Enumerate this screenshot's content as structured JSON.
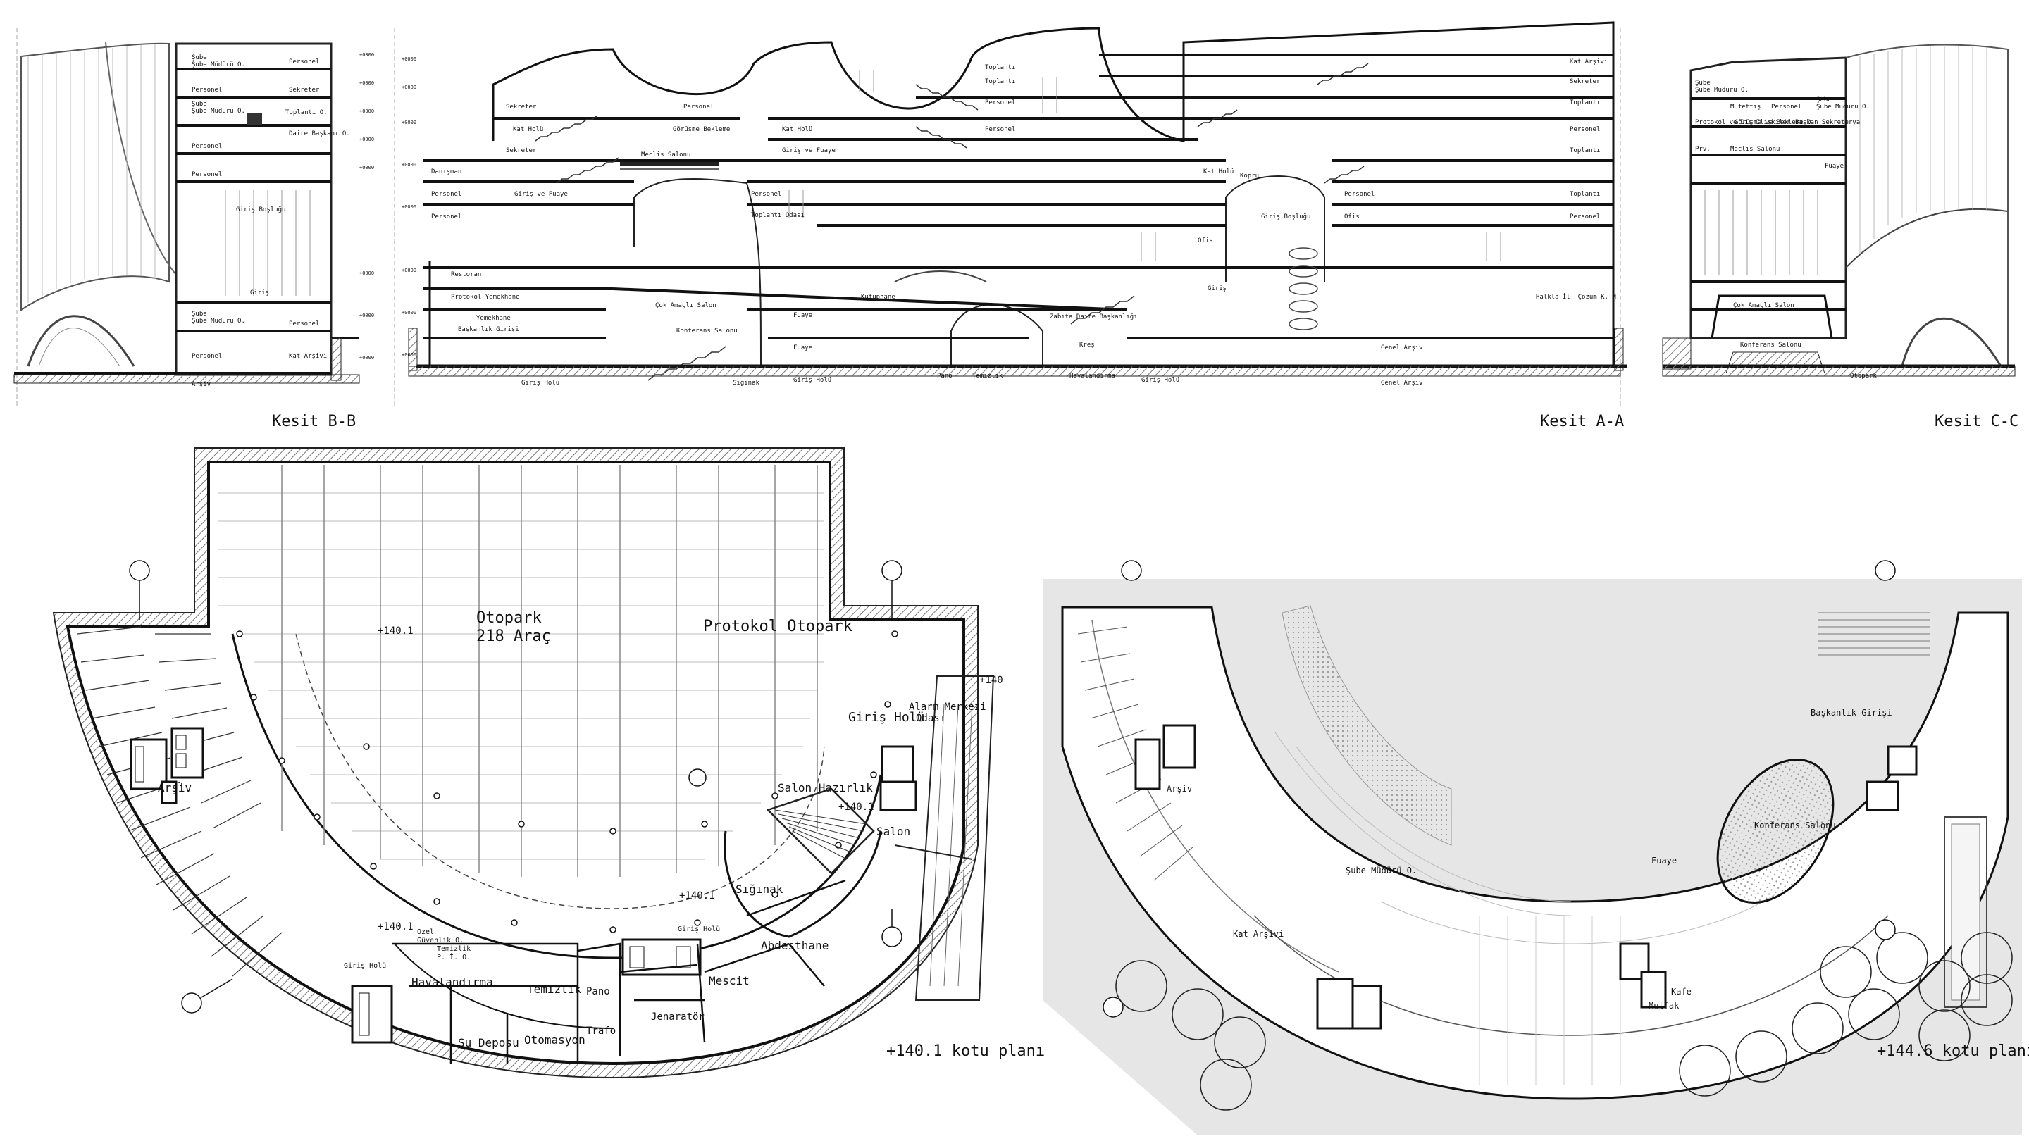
{
  "captions": {
    "section_bb": "Kesit B-B",
    "section_aa": "Kesit A-A",
    "section_cc": "Kesit C-C",
    "plan_left": "+140.1 kotu planı",
    "plan_right": "+144.6 kotu planı"
  },
  "section_bb_rooms": [
    "Şube Müdürü O.",
    "Personel",
    "Personel",
    "Sekreter",
    "Şube Müdürü O.",
    "Toplantı O.",
    "Personel",
    "Daire Başkanı O.",
    "Personel",
    "Giriş Boşluğu",
    "Giriş",
    "Şube Müdürü O.",
    "Personel",
    "Personel",
    "Kat Arşivi",
    "Arşiv"
  ],
  "section_aa_rooms": [
    "Toplantı",
    "Kat Arşivi",
    "Sekreter",
    "Toplantı",
    "Toplantı",
    "Personel",
    "Sekreter",
    "Personel",
    "Görüşme Bekleme",
    "Personel",
    "Kat Holü",
    "Kat Holü",
    "Meclis Salonu",
    "Personel",
    "Sekreter",
    "Giriş ve Fuaye",
    "Toplantı",
    "Danışman",
    "Kat Holü",
    "Personel",
    "Köprü",
    "Personel",
    "Giriş ve Fuaye",
    "Toplantı",
    "Personel",
    "Toplantı Odası",
    "Personel",
    "Ofis",
    "Giriş Boşluğu",
    "Ofis",
    "Personel",
    "Restoran",
    "Giriş",
    "Protokol Yemekhane",
    "Kütüphane",
    "Halkla İl. Çözüm K. M.",
    "Çok Amaçlı Salon",
    "Yemekhane",
    "Fuaye",
    "Zabıta Daire Başkanlığı",
    "Başkanlık Girişi",
    "Konferans Salonu",
    "Fuaye",
    "Kreş",
    "Genel Arşiv",
    "Giriş Holü",
    "Sığınak",
    "Giriş Holü",
    "Pano",
    "Temizlik",
    "Havalandırma",
    "Giriş Holü",
    "Genel Arşiv"
  ],
  "section_cc_rooms": [
    "Şube Müdürü O.",
    "Müfettiş",
    "Personel",
    "Şube Müdürü O.",
    "Protokol ve Dış İlişkiler",
    "Görüşme ve Bekleme O.",
    "Başkan Sekreterya",
    "Prv.",
    "Meclis Salonu",
    "Fuaye",
    "Çok Amaçlı Salon",
    "Konferans Salonu",
    "Otopark"
  ],
  "plan_left_labels": {
    "parking": "Otopark",
    "parking_count": "218 Araç",
    "protocol_parking": "Protokol Otopark",
    "alarm": "Alarm Merkezi",
    "alarm2": "Odası",
    "entrance_hall": "Giriş Holü",
    "salon_prep": "Salon Hazırlık",
    "salon": "Salon",
    "archive": "Arşiv",
    "shelter": "Sığınak",
    "ablution": "Abdesthane",
    "mosque": "Mescit",
    "entrance_hall2": "Giriş Holü",
    "ventilation": "Havalandırma",
    "cleaning": "Temizlik",
    "pano": "Pano",
    "generator": "Jenaratör",
    "trafo": "Trafo",
    "water": "Su Deposu",
    "automation": "Otomasyon",
    "security1": "Özel",
    "security2": "Güvenlik O.",
    "cleanpig1": "Temizlik",
    "cleanpig2": "P. İ. O.",
    "entrance_hall3": "Giriş Holü",
    "level1": "+140.1",
    "level2": "+140.1",
    "level3": "+140.1",
    "level4": "+140.1",
    "level5": "+140"
  },
  "plan_right_labels": {
    "archive": "Arşiv",
    "presidency_entrance": "Başkanlık Girişi",
    "foyer": "Fuaye",
    "conference": "Konferans Salonu",
    "sube": "Şube Müdürü O.",
    "kat_arsivi": "Kat Arşivi",
    "kafe": "Kafe",
    "mutfak": "Mutfak"
  },
  "colors": {
    "ink": "#111111",
    "wall_fill": "#d9d9d9",
    "ground_fill": "#e6e6e6",
    "hatch": "#8a8a8a",
    "line": "#555555",
    "light": "#bbbbbb"
  }
}
